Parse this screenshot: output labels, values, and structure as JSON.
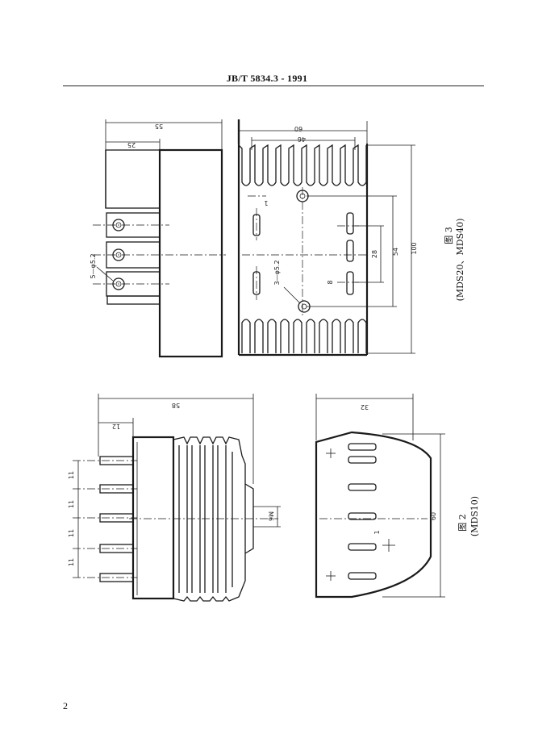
{
  "header": {
    "standard": "JB/T  5834.3 - 1991"
  },
  "page_number": "2",
  "figure3": {
    "caption_title": "图 3",
    "caption_models": "(MDS20、MDS40)",
    "dimensions": {
      "top_55": "55",
      "top_25": "25",
      "top_60": "60",
      "top_46": "46",
      "hole_5": "5—φ5.2",
      "hole_3": "3—φ5.2",
      "right_100": "100",
      "right_54": "54",
      "right_28": "28",
      "small_1": "1",
      "small_8": "8"
    }
  },
  "figure2": {
    "caption_title": "图 2",
    "caption_models": "(MDS10)",
    "dimensions": {
      "top_58": "58",
      "top_12": "12",
      "left_11": [
        "11",
        "11",
        "11",
        "11"
      ],
      "thread_m6": "M6",
      "right_32": "32",
      "right_60": "60",
      "small_1": "1"
    }
  }
}
